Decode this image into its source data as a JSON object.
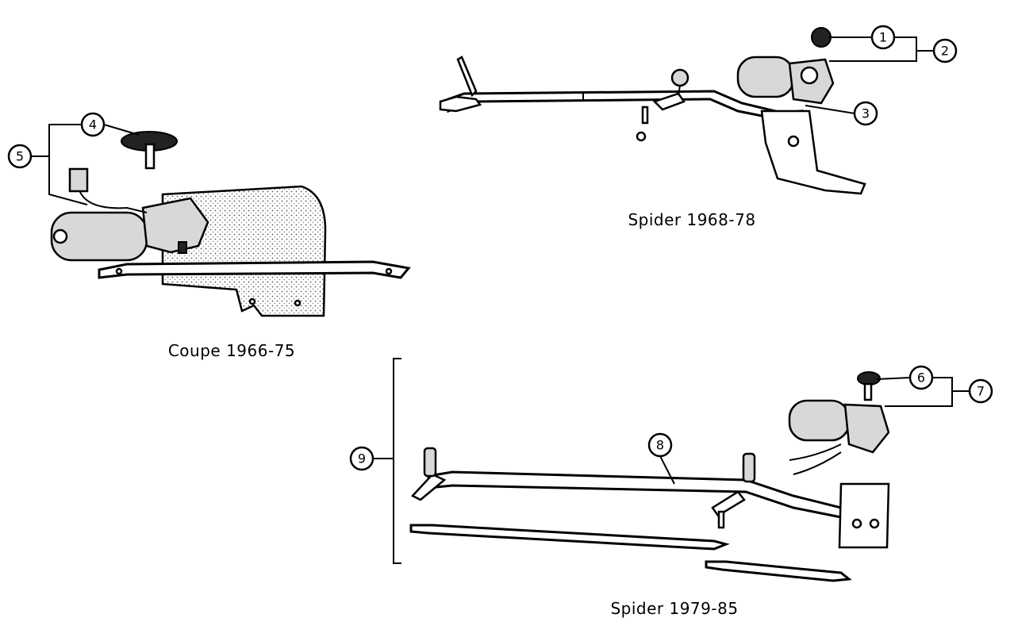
{
  "captions": {
    "spider_1968_78": "Spider 1968-78",
    "coupe_1966_75": "Coupe 1966-75",
    "spider_1979_85": "Spider 1979-85"
  },
  "callouts": [
    "1",
    "2",
    "3",
    "4",
    "5",
    "6",
    "7",
    "8",
    "9"
  ]
}
